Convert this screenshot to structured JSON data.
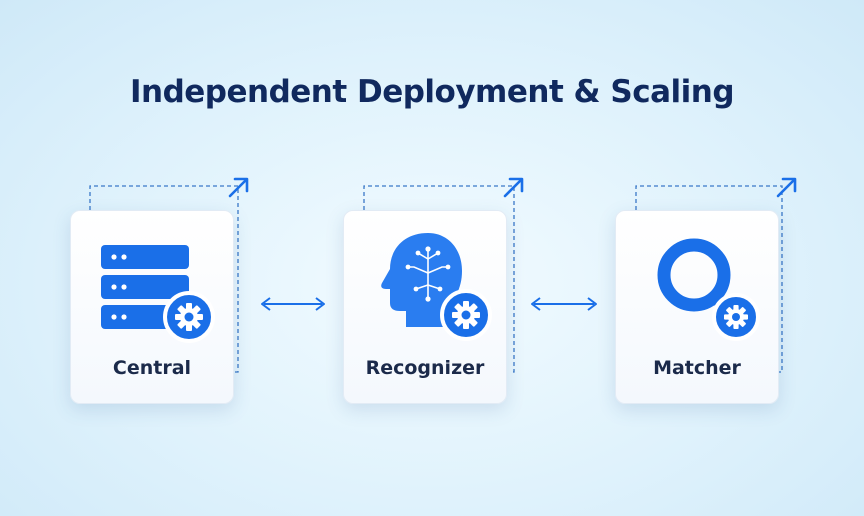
{
  "title": "Independent Deployment & Scaling",
  "colors": {
    "title": "#10295e",
    "accent": "#1a6fe8",
    "dashed": "#3a78c8",
    "label": "#1b2a4a"
  },
  "services": [
    {
      "label": "Central",
      "icon": "server-gear-icon"
    },
    {
      "label": "Recognizer",
      "icon": "ai-head-gear-icon"
    },
    {
      "label": "Matcher",
      "icon": "ring-gear-icon"
    }
  ],
  "connectors": [
    {
      "icon": "bidirectional-arrow-icon"
    },
    {
      "icon": "bidirectional-arrow-icon"
    }
  ],
  "scale_indicator_icon": "scale-up-arrow-icon"
}
